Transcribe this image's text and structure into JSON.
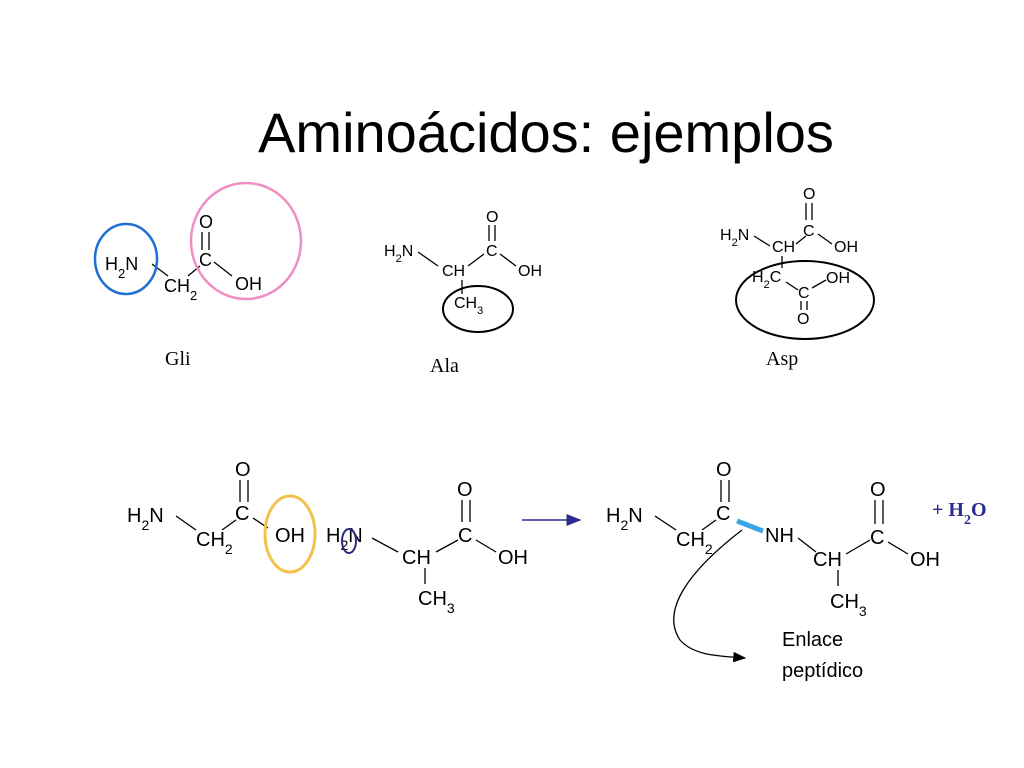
{
  "title": "Aminoácidos: ejemplos",
  "examples": {
    "gli": {
      "name": "Gli"
    },
    "ala": {
      "name": "Ala"
    },
    "asp": {
      "name": "Asp"
    }
  },
  "groups": {
    "amine": "H2N",
    "carbonyl_o": "O",
    "carbon": "C",
    "hydroxyl": "OH",
    "methylene": "CH2",
    "methine": "CH",
    "methyl": "CH3",
    "amide_nh": "NH"
  },
  "reaction": {
    "byproduct": "+ H2O",
    "annotation_line1": "Enlace",
    "annotation_line2": "peptídico"
  },
  "colors": {
    "amine_highlight": "#1f6fd6",
    "carboxyl_highlight": "#ee8fc4",
    "side_chain_highlight": "#000000",
    "hydroxyl_removed": "#f2c24f",
    "hydrogen_removed": "#2a2a80",
    "peptide_bond": "#3aa4e6",
    "arrow": "#2b2b8f"
  }
}
